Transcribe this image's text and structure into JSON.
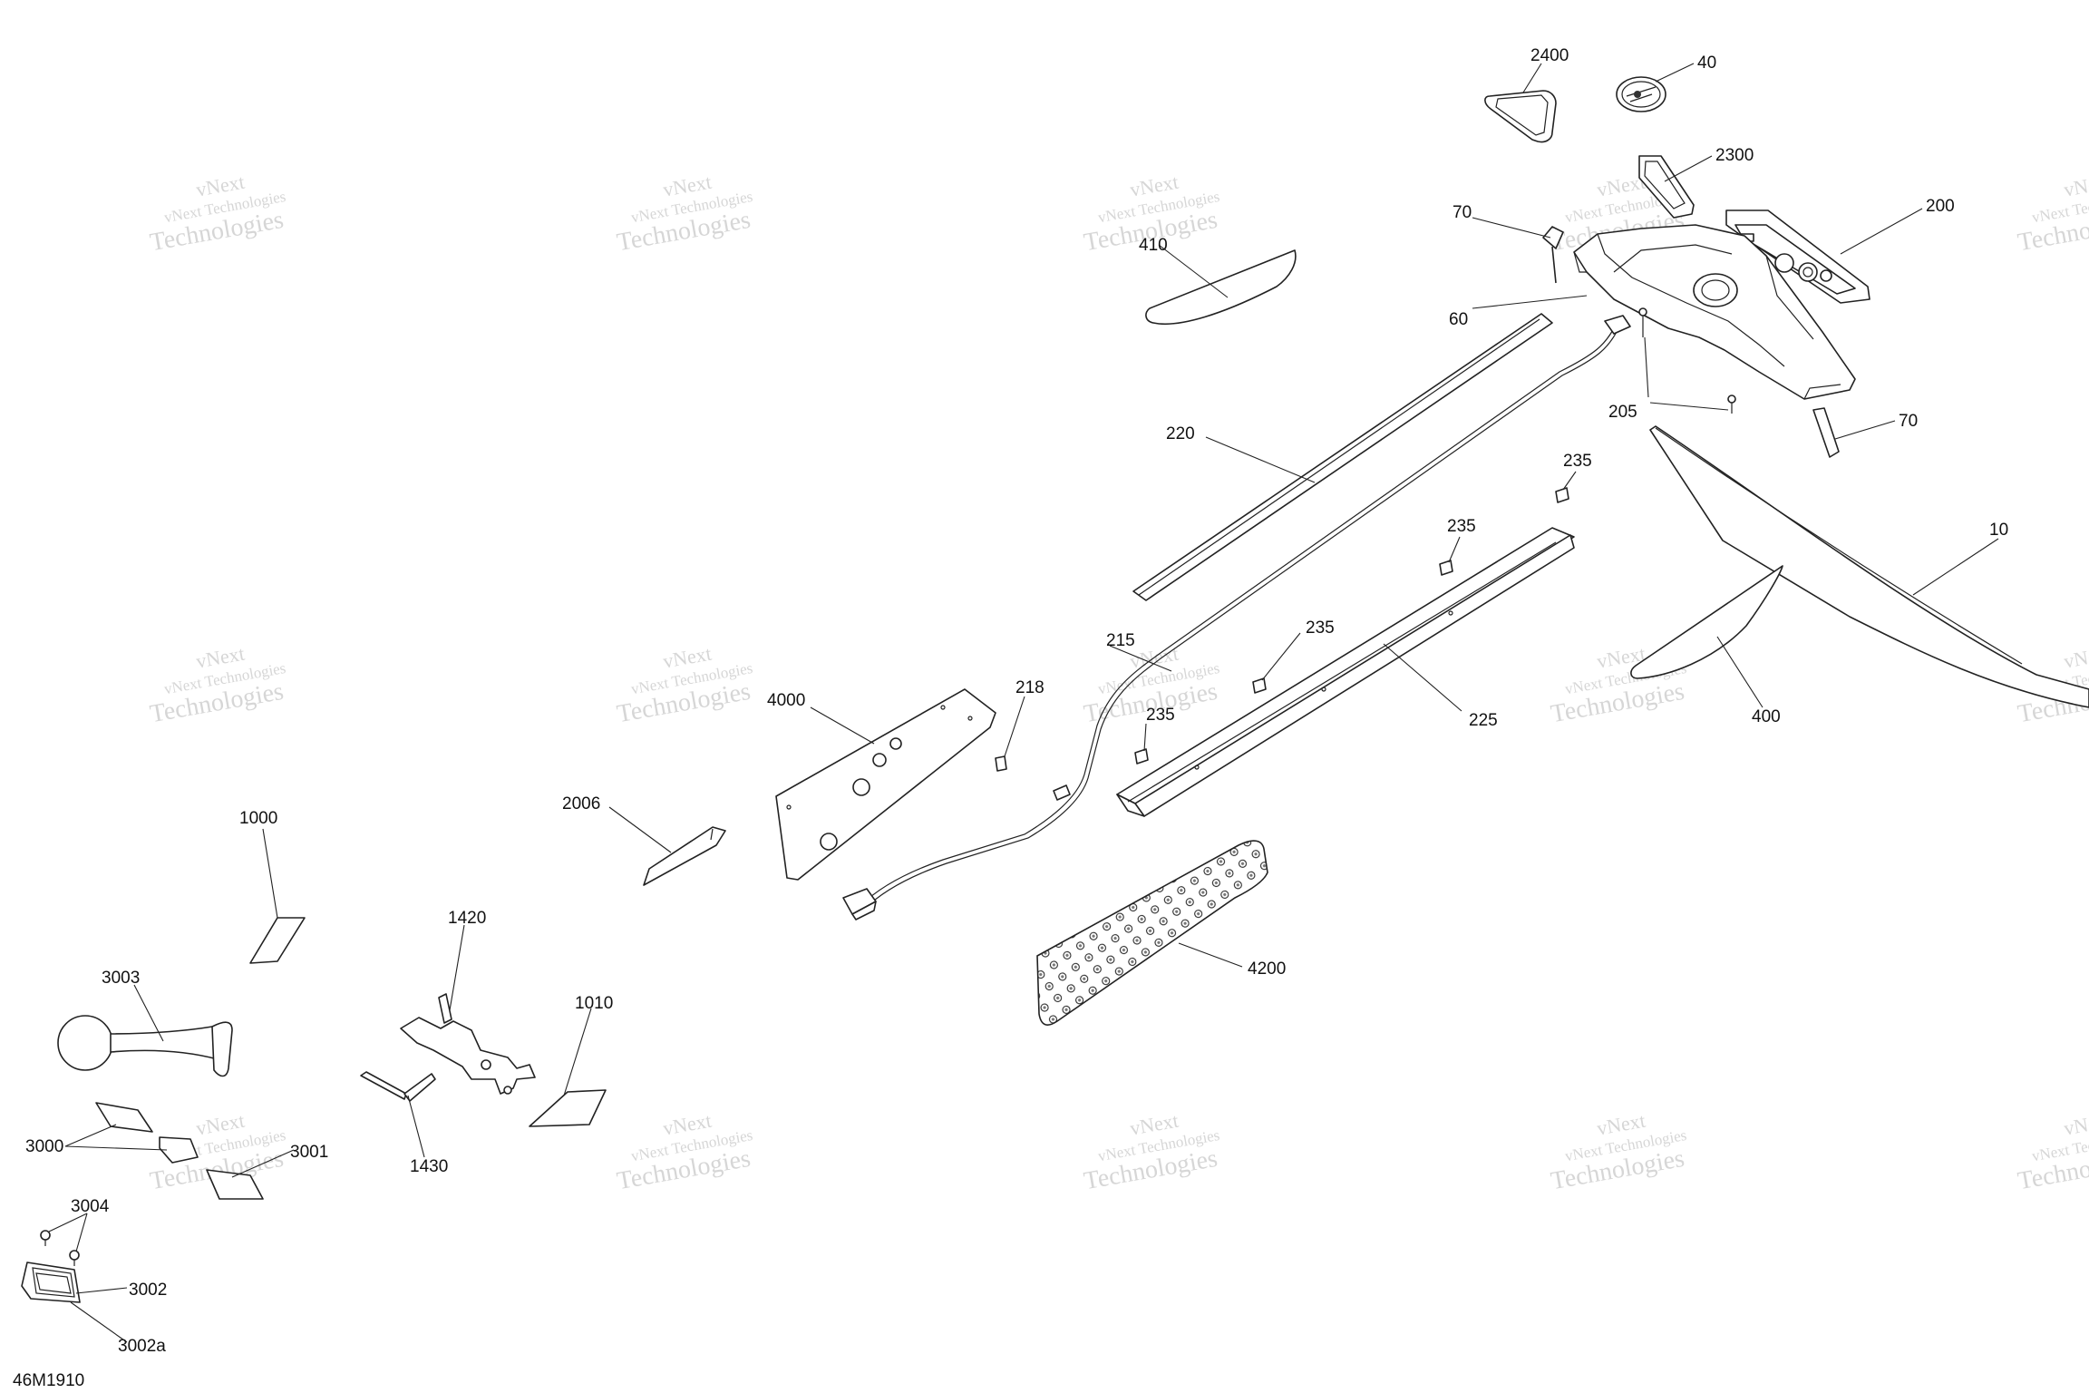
{
  "diagram": {
    "id_label": "46M1910",
    "watermark": {
      "line1": "vNext",
      "line2": "vNext Technologies",
      "line3": "Technologies"
    },
    "callouts": {
      "c2400": "2400",
      "c40": "40",
      "c2300": "2300",
      "c200": "200",
      "c70a": "70",
      "c70b": "70",
      "c410": "410",
      "c60": "60",
      "c205": "205",
      "c220": "220",
      "c235a": "235",
      "c235b": "235",
      "c235c": "235",
      "c235d": "235",
      "c10": "10",
      "c215": "215",
      "c225": "225",
      "c400": "400",
      "c218": "218",
      "c4000": "4000",
      "c2006": "2006",
      "c1000": "1000",
      "c4200": "4200",
      "c1420": "1420",
      "c3003": "3003",
      "c1010": "1010",
      "c3000": "3000",
      "c3001": "3001",
      "c1430": "1430",
      "c3004": "3004",
      "c3002": "3002",
      "c3002a": "3002a"
    }
  }
}
